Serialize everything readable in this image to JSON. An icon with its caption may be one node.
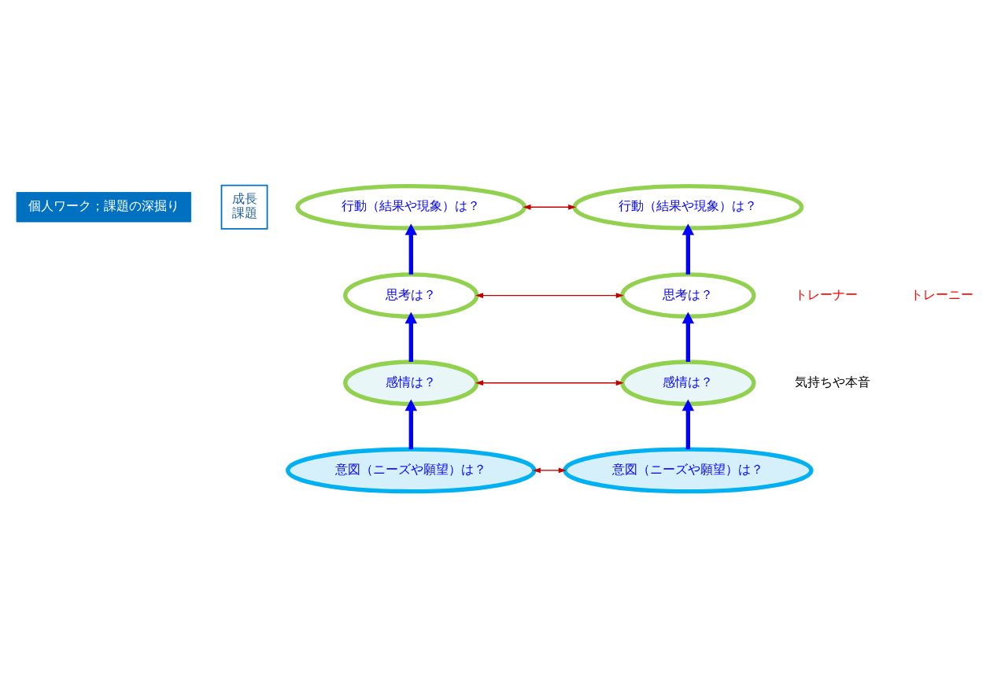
{
  "diagram": {
    "nodes": [
      {
        "text": [
          "個人ワーク；課題の深掘り"
        ]
      },
      {
        "text": [
          "成長",
          "課題"
        ]
      },
      {
        "text": [
          "行動（結果や現象）は？"
        ]
      },
      {
        "text": [
          "行動（結果や現象）は？"
        ]
      },
      {
        "text": [
          "思考は？"
        ]
      },
      {
        "text": [
          "思考は？"
        ]
      },
      {
        "text": [
          "感情は？"
        ]
      },
      {
        "text": [
          "感情は？"
        ]
      },
      {
        "text": [
          "意図（ニーズや願望）は？"
        ]
      },
      {
        "text": [
          "意図（ニーズや願望）は？"
        ]
      }
    ],
    "edges": [
      {
        "from": 2,
        "to": 3,
        "arrow": "both",
        "color": "#c00000"
      },
      {
        "from": 4,
        "to": 2,
        "arrow": "to"
      },
      {
        "from": 5,
        "to": 3,
        "arrow": "to"
      },
      {
        "from": 4,
        "to": 5,
        "arrow": "both",
        "color": "#c00000"
      },
      {
        "from": 6,
        "to": 4,
        "arrow": "to"
      },
      {
        "from": 7,
        "to": 5,
        "arrow": "to"
      },
      {
        "from": 6,
        "to": 7,
        "arrow": "both",
        "color": "#c00000"
      },
      {
        "from": 8,
        "to": 6,
        "arrow": "to"
      },
      {
        "from": 9,
        "to": 7,
        "arrow": "to"
      },
      {
        "from": 8,
        "to": 9,
        "arrow": "both",
        "color": "#c00000"
      }
    ],
    "labels": [
      "トレーナー",
      "トレーニー",
      "気持ちや本音"
    ]
  }
}
